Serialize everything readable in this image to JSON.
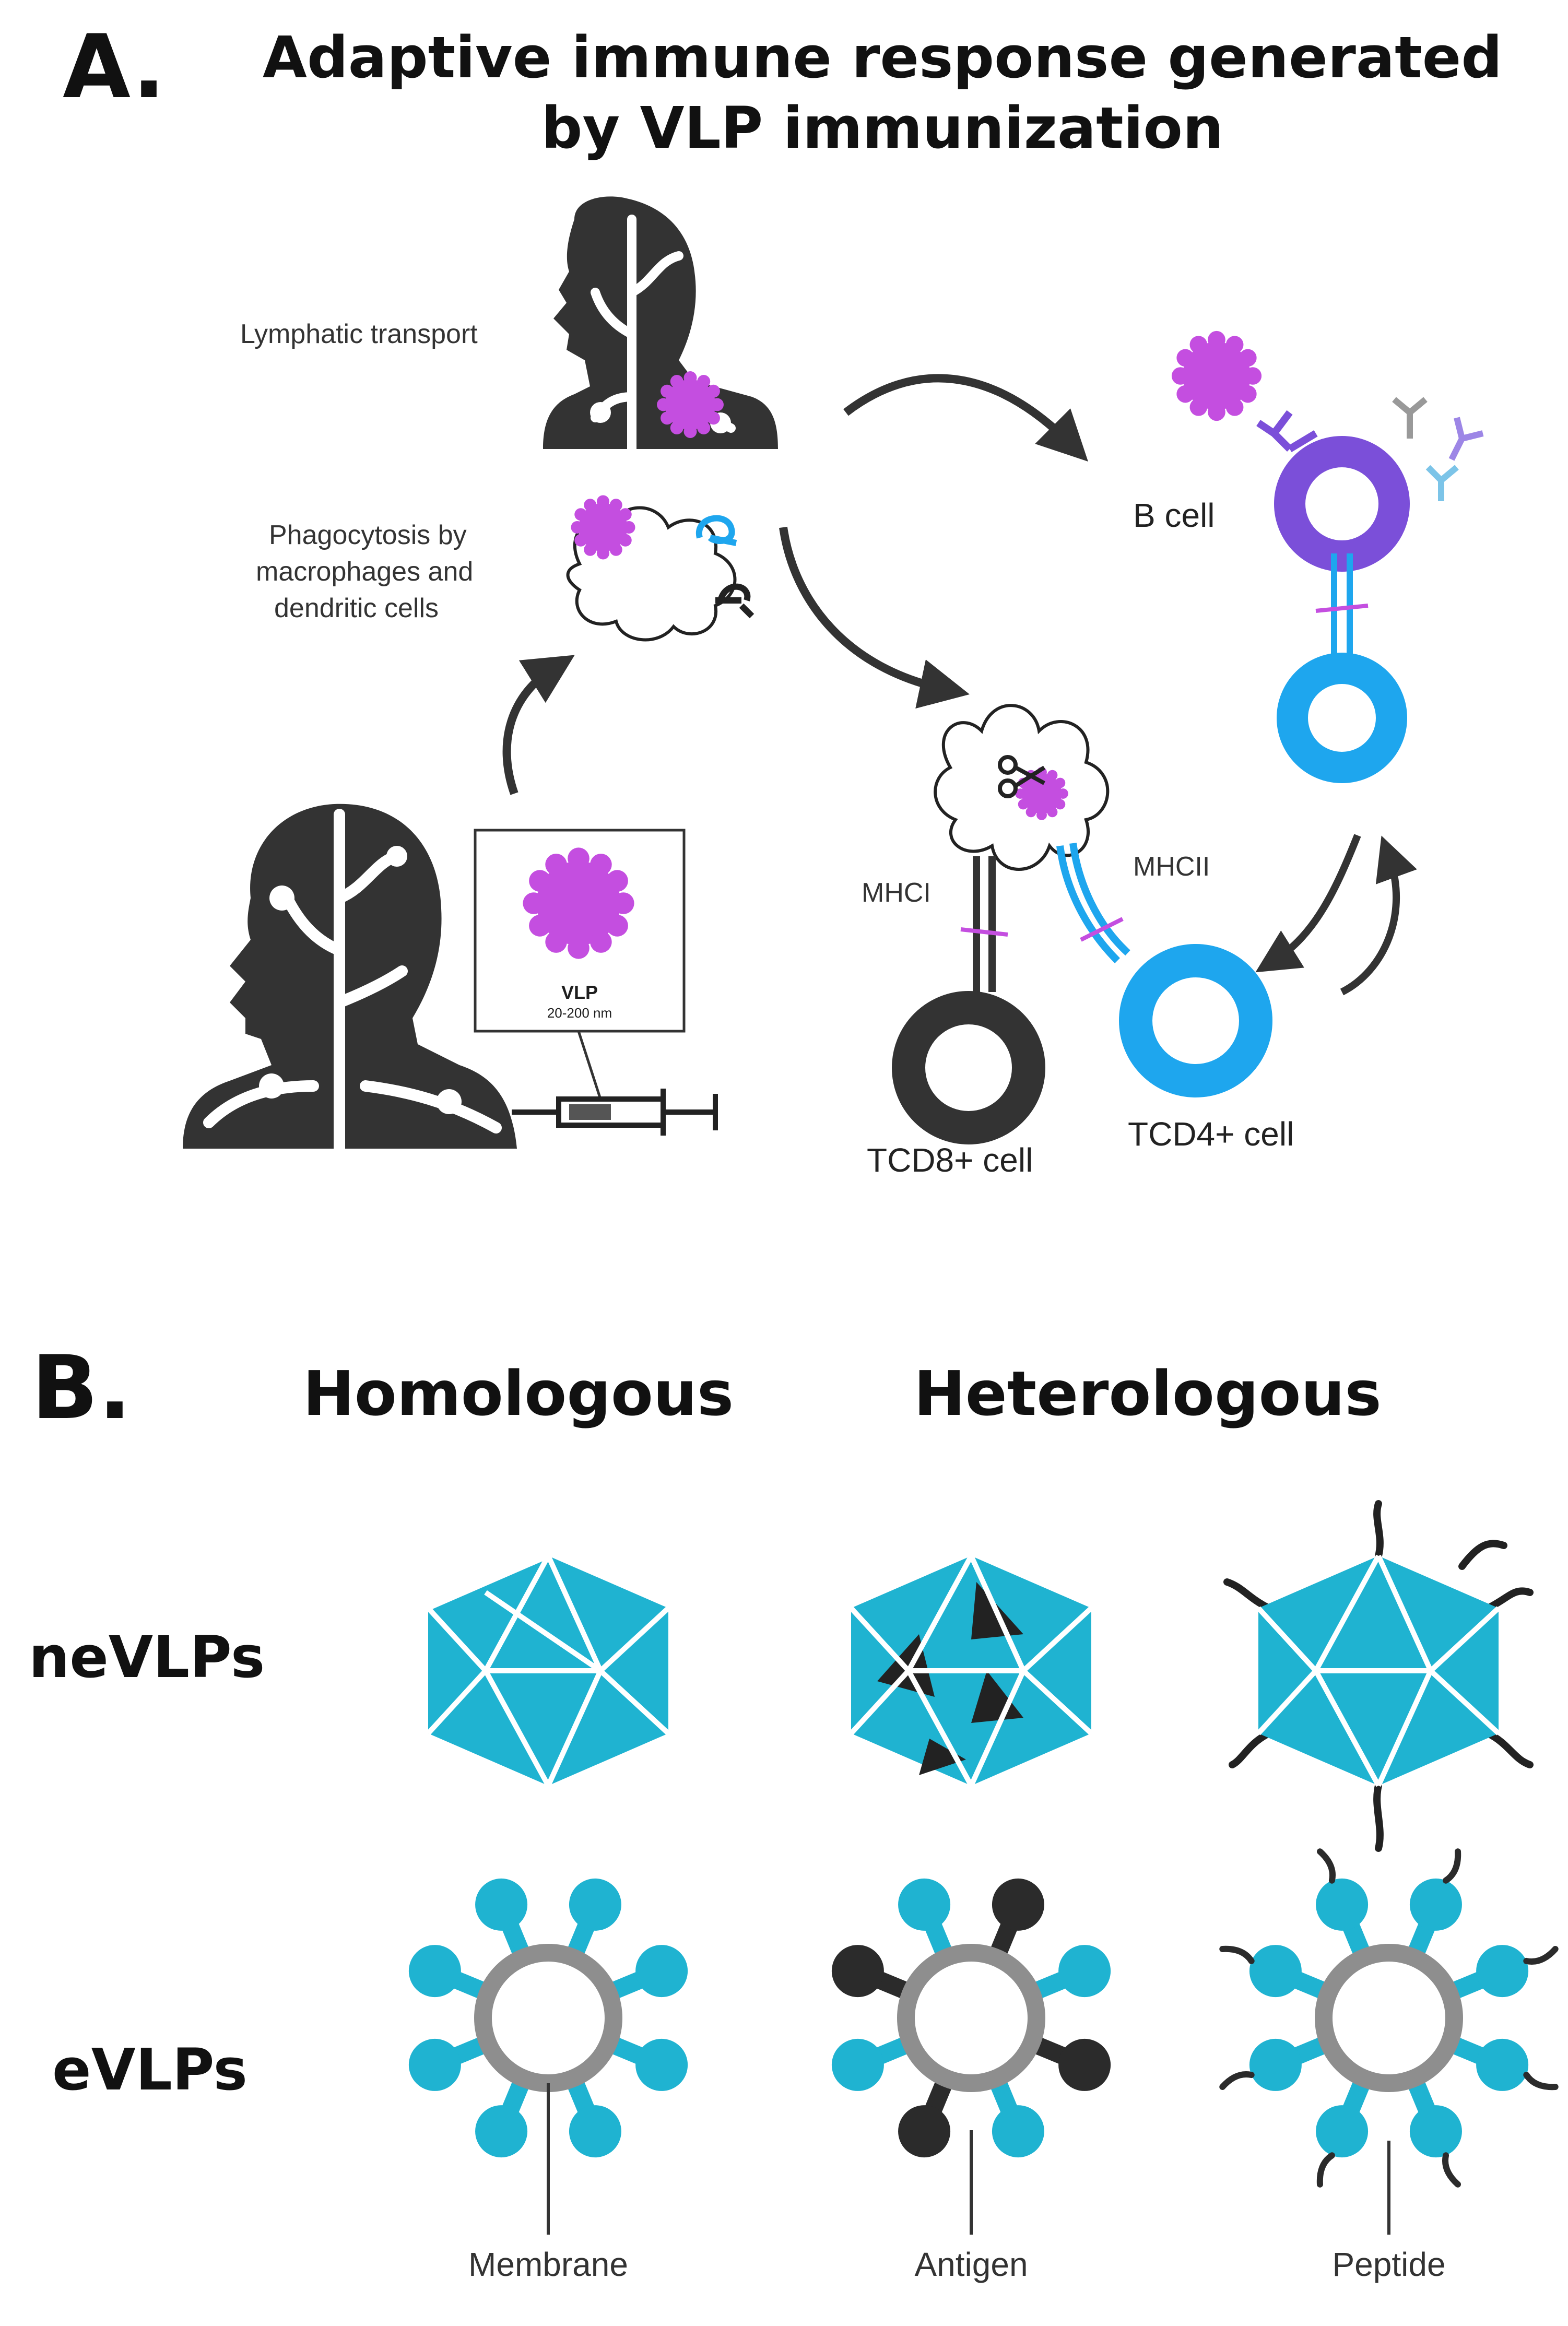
{
  "panel_a": {
    "letter": "A.",
    "title_line1": "Adaptive immune response generated",
    "title_line2": "by VLP immunization",
    "labels": {
      "lymphatic": "Lymphatic transport",
      "phago1": "Phagocytosis by",
      "phago2": "macrophages and",
      "phago3": "dendritic cells",
      "bcell": "B cell",
      "mhci": "MHCI",
      "mhcii": "MHCII",
      "tcd8": "TCD8+ cell",
      "tcd4": "TCD4+ cell",
      "vlp": "VLP",
      "vlp_size": "20-200 nm"
    }
  },
  "panel_b": {
    "letter": "B.",
    "col_homologous": "Homologous",
    "col_heterologous": "Heterologous",
    "row_nevlps": "neVLPs",
    "row_evlps": "eVLPs",
    "captions": [
      "Membrane",
      "Antigen",
      "Peptide"
    ]
  },
  "colors": {
    "cyan": "#1fb3d1",
    "dark": "#2b2b2b",
    "magenta": "#c44ee0",
    "purple": "#7b4fd9",
    "blue": "#1ea6ee",
    "gray": "#8e8e8e"
  }
}
